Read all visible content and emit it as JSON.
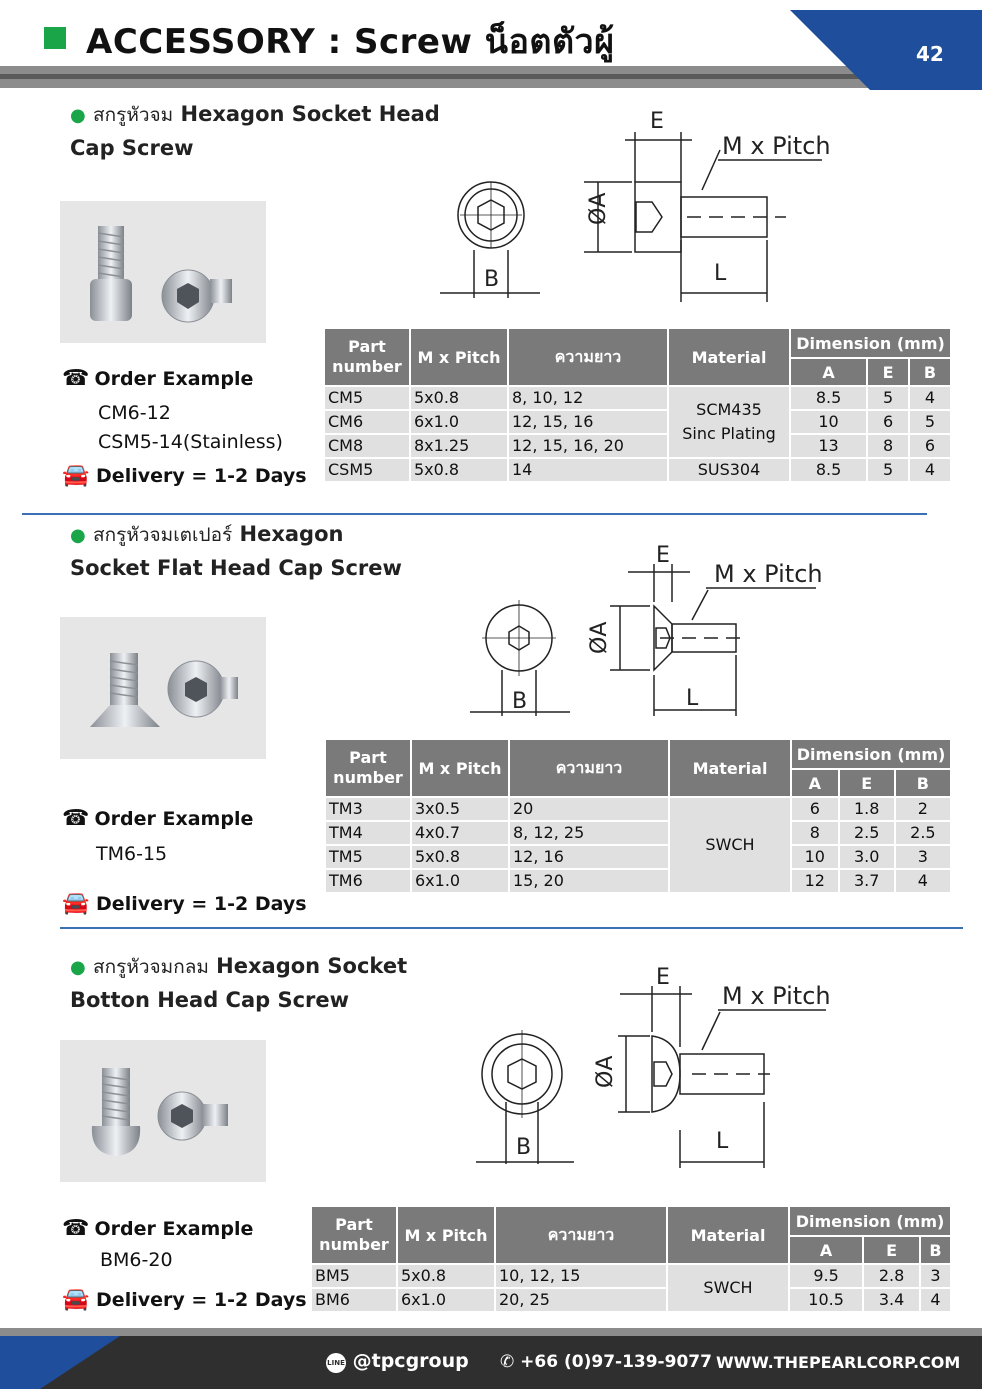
{
  "header": {
    "title": "ACCESSORY : Screw น็อตตัวผู้",
    "page_number": "42",
    "accent_color": "#1aa548",
    "band_color": "#1f4f9c"
  },
  "sections": [
    {
      "title_line1_thai": "สกรูหัวจม",
      "title_line1_en": "Hexagon Socket Head",
      "title_line2": "Cap Screw",
      "order_label": "Order Example",
      "order_values": [
        "CM6-12",
        "CSM5-14(Stainless)"
      ],
      "delivery_label": "Delivery",
      "delivery_value": "= 1-2 Days",
      "diagram": {
        "e": "E",
        "mp": "M x Pitch",
        "a": "ØA",
        "b": "B",
        "l": "L"
      },
      "table": {
        "headers": {
          "part": "Part number",
          "mp": "M x Pitch",
          "len": "ความยาว",
          "mat": "Material",
          "dim": "Dimension (mm)",
          "a": "A",
          "e": "E",
          "b": "B"
        },
        "rows": [
          {
            "part": "CM5",
            "mp": "5x0.8",
            "len": "8, 10, 12",
            "a": "8.5",
            "e": "5",
            "b": "4"
          },
          {
            "part": "CM6",
            "mp": "6x1.0",
            "len": "12, 15, 16",
            "a": "10",
            "e": "6",
            "b": "5"
          },
          {
            "part": "CM8",
            "mp": "8x1.25",
            "len": "12, 15, 16, 20",
            "a": "13",
            "e": "8",
            "b": "6"
          },
          {
            "part": "CSM5",
            "mp": "5x0.8",
            "len": "14",
            "a": "8.5",
            "e": "5",
            "b": "4"
          }
        ],
        "material_1": "SCM435",
        "material_1b": "Sinc Plating",
        "material_2": "SUS304"
      }
    },
    {
      "title_line1_thai": "สกรูหัวจมเตเปอร์",
      "title_line1_en": "Hexagon",
      "title_line2": "Socket Flat Head Cap Screw",
      "order_label": "Order Example",
      "order_values": [
        "TM6-15"
      ],
      "delivery_label": "Delivery",
      "delivery_value": "= 1-2 Days",
      "diagram": {
        "e": "E",
        "mp": "M x Pitch",
        "a": "ØA",
        "b": "B",
        "l": "L"
      },
      "table": {
        "headers": {
          "part": "Part number",
          "mp": "M x Pitch",
          "len": "ความยาว",
          "mat": "Material",
          "dim": "Dimension (mm)",
          "a": "A",
          "e": "E",
          "b": "B"
        },
        "rows": [
          {
            "part": "TM3",
            "mp": "3x0.5",
            "len": "20",
            "a": "6",
            "e": "1.8",
            "b": "2"
          },
          {
            "part": "TM4",
            "mp": "4x0.7",
            "len": "8, 12, 25",
            "a": "8",
            "e": "2.5",
            "b": "2.5"
          },
          {
            "part": "TM5",
            "mp": "5x0.8",
            "len": "12, 16",
            "a": "10",
            "e": "3.0",
            "b": "3"
          },
          {
            "part": "TM6",
            "mp": "6x1.0",
            "len": "15, 20",
            "a": "12",
            "e": "3.7",
            "b": "4"
          }
        ],
        "material": "SWCH"
      }
    },
    {
      "title_line1_thai": "สกรูหัวจมกลม",
      "title_line1_en": "Hexagon Socket",
      "title_line2": "Botton Head Cap Screw",
      "order_label": "Order Example",
      "order_values": [
        "BM6-20"
      ],
      "delivery_label": "Delivery",
      "delivery_value": "= 1-2 Days",
      "diagram": {
        "e": "E",
        "mp": "M x Pitch",
        "a": "ØA",
        "b": "B",
        "l": "L"
      },
      "table": {
        "headers": {
          "part": "Part number",
          "mp": "M x Pitch",
          "len": "ความยาว",
          "mat": "Material",
          "dim": "Dimension (mm)",
          "a": "A",
          "e": "E",
          "b": "B"
        },
        "rows": [
          {
            "part": "BM5",
            "mp": "5x0.8",
            "len": "10, 12, 15",
            "a": "9.5",
            "e": "2.8",
            "b": "3"
          },
          {
            "part": "BM6",
            "mp": "6x1.0",
            "len": "20, 25",
            "a": "10.5",
            "e": "3.4",
            "b": "4"
          }
        ],
        "material": "SWCH"
      }
    }
  ],
  "footer": {
    "line_label": "LINE",
    "line_id": "@tpcgroup",
    "phone": "+66 (0)97-139-9077",
    "website": "WWW.THEPEARLCORP.COM"
  }
}
